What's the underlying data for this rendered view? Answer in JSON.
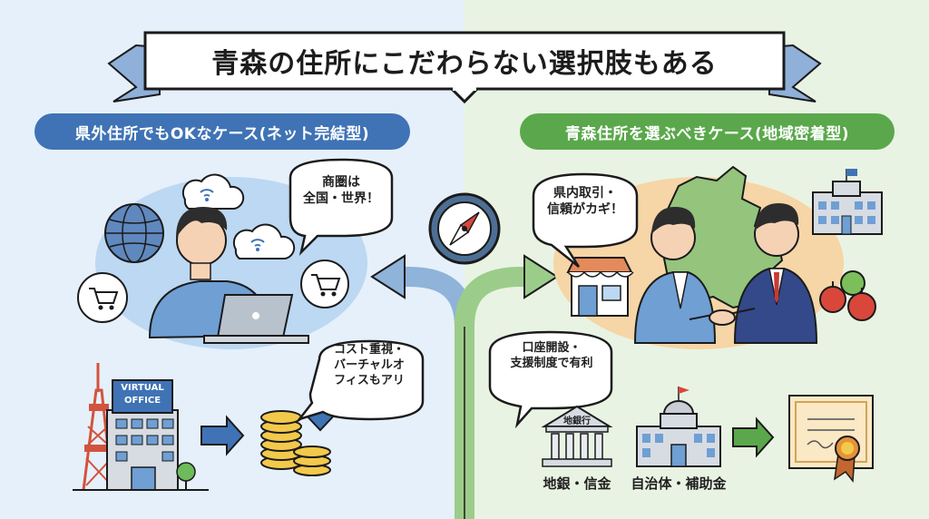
{
  "title": "青森の住所にこだわらない選択肢もある",
  "left_section": {
    "heading": "県外住所でもOKなケース(ネット完結型)",
    "bubble_market": "商圏は\n全国・世界！",
    "bubble_cost": "コスト重視・\nバーチャルオ\nフィスもアリ",
    "office_sign": "VIRTUAL\nOFFICE"
  },
  "right_section": {
    "heading": "青森住所を選ぶべきケース(地域密着型)",
    "bubble_trust": "県内取引・\n信頼がカギ！",
    "bubble_account": "口座開設・\n支援制度で有利",
    "bank_sign": "地銀行",
    "label_banks": "地銀・信金",
    "label_gov": "自治体・補助金"
  },
  "colors": {
    "left_accent": "#3f73b5",
    "right_accent": "#5aa84b",
    "left_bg": "#e6f0fa",
    "right_bg": "#e9f3e3"
  },
  "icons": [
    "compass-icon",
    "globe-icon",
    "cloud-wifi-icon",
    "cart-icon",
    "laptop-icon",
    "tower-icon",
    "coins-icon",
    "down-arrow-icon",
    "map-icon",
    "building-icon",
    "shop-icon",
    "apple-icon",
    "bank-icon",
    "government-building-icon",
    "certificate-icon",
    "handshake-icon"
  ]
}
